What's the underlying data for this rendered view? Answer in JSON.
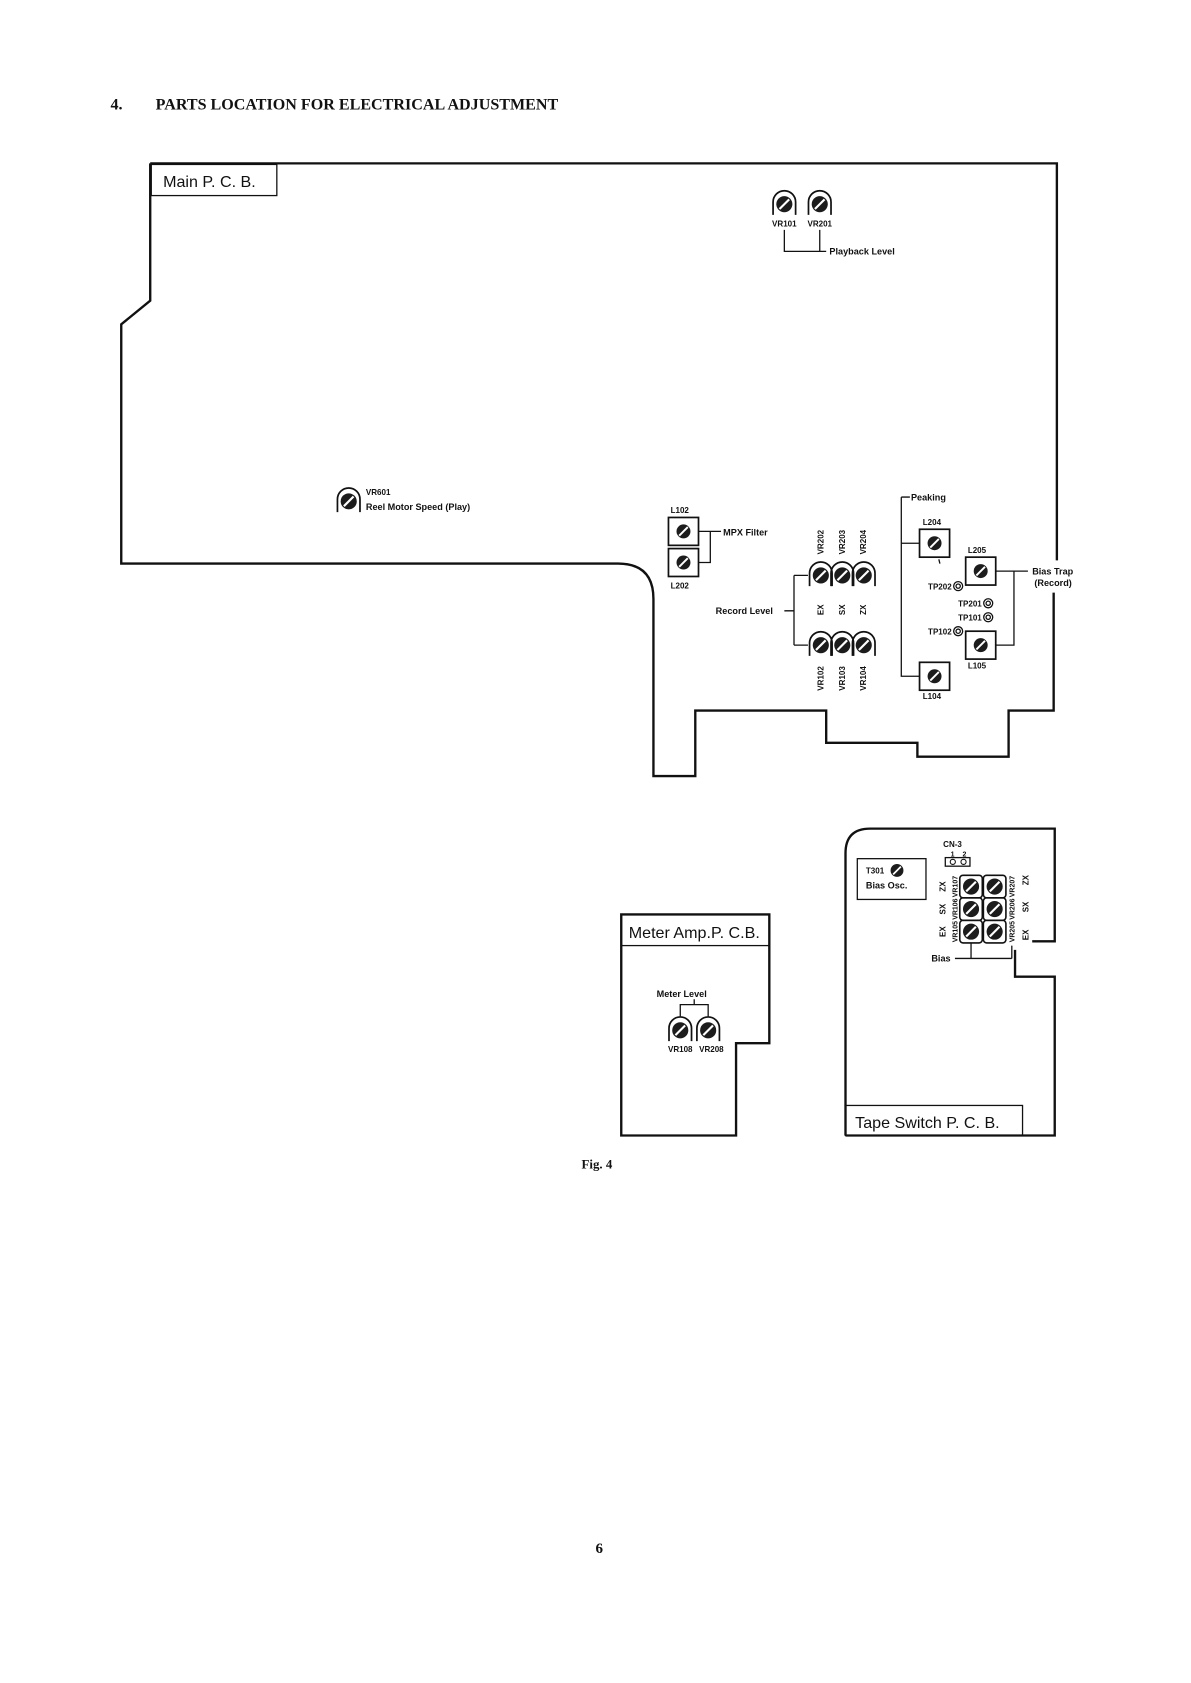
{
  "heading": {
    "number": "4.",
    "title": "PARTS LOCATION FOR ELECTRICAL ADJUSTMENT"
  },
  "main_pcb": {
    "title": "Main P. C. B.",
    "playback": {
      "left_id": "VR101",
      "right_id": "VR201",
      "label": "Playback Level"
    },
    "reel_motor": {
      "id": "VR601",
      "label": "Reel Motor Speed (Play)"
    },
    "mpx_filter": {
      "top_id": "L102",
      "bottom_id": "L202",
      "label": "MPX Filter"
    },
    "record_level": {
      "label": "Record Level",
      "top_ids": [
        "VR202",
        "VR203",
        "VR204"
      ],
      "modes": [
        "EX",
        "SX",
        "ZX"
      ],
      "bottom_ids": [
        "VR102",
        "VR103",
        "VR104"
      ]
    },
    "peaking": {
      "label": "Peaking",
      "top_id": "L204",
      "bottom_id": "L104"
    },
    "bias_trap": {
      "label": "Bias Trap",
      "sublabel": "(Record)",
      "top_id": "L205",
      "bottom_id": "L105"
    },
    "test_points": [
      "TP202",
      "TP201",
      "TP101",
      "TP102"
    ]
  },
  "meter_amp_pcb": {
    "title": "Meter Amp.P. C.B.",
    "label": "Meter Level",
    "ids": [
      "VR108",
      "VR208"
    ]
  },
  "tape_switch_pcb": {
    "title": "Tape Switch P. C. B.",
    "oscillator": {
      "id": "T301",
      "label": "Bias Osc."
    },
    "connector": {
      "id": "CN-3",
      "pins": [
        "1",
        "2"
      ]
    },
    "rows": [
      {
        "left_mode": "ZX",
        "left_id": "VR107",
        "right_id": "VR207",
        "right_mode": "ZX"
      },
      {
        "left_mode": "SX",
        "left_id": "VR106",
        "right_id": "VR206",
        "right_mode": "SX"
      },
      {
        "left_mode": "EX",
        "left_id": "VR105",
        "right_id": "VR205",
        "right_mode": "EX"
      }
    ],
    "bias_label": "Bias"
  },
  "caption": "Fig. 4",
  "page_number": "6"
}
